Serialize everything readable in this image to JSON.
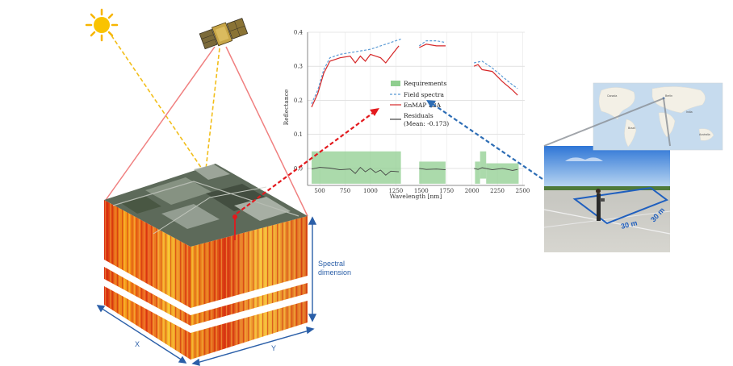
{
  "cube": {
    "spectral_label_line1": "Spectral",
    "spectral_label_line2": "dimension",
    "x_label": "X",
    "y_label": "Y"
  },
  "plot": {
    "ylabel": "Reflectance",
    "xlabel": "Wavelength [nm]",
    "y_ticks": [
      "0.0",
      "0.1",
      "0.2",
      "0.3",
      "0.4"
    ],
    "x_ticks": [
      "500",
      "750",
      "1000",
      "1250",
      "1500",
      "1750",
      "2000",
      "2250",
      "2500"
    ],
    "legend": {
      "requirements": "Requirements",
      "field": "Field spectra",
      "enmap": "EnMAP L2A",
      "residuals_line1": "Residuals",
      "residuals_line2": "(Mean: -0.173)"
    },
    "colors": {
      "field": "#5b9bd5",
      "enmap": "#d62728",
      "requirements": "#8fce8f",
      "residuals": "#444444"
    }
  },
  "chart_data": {
    "type": "line",
    "xlabel": "Wavelength [nm]",
    "ylabel": "Reflectance",
    "xlim": [
      380,
      2520
    ],
    "ylim": [
      -0.05,
      0.4
    ],
    "grid": true,
    "legend_position": "center",
    "series": [
      {
        "name": "Field spectra",
        "style": "dashed",
        "color": "#5b9bd5",
        "segments": [
          [
            [
              420,
              0.19
            ],
            [
              480,
              0.23
            ],
            [
              540,
              0.29
            ],
            [
              600,
              0.325
            ],
            [
              700,
              0.335
            ],
            [
              800,
              0.34
            ],
            [
              900,
              0.345
            ],
            [
              1000,
              0.35
            ],
            [
              1100,
              0.36
            ],
            [
              1200,
              0.37
            ],
            [
              1300,
              0.38
            ]
          ],
          [
            [
              1480,
              0.36
            ],
            [
              1550,
              0.375
            ],
            [
              1650,
              0.375
            ],
            [
              1740,
              0.37
            ]
          ],
          [
            [
              2020,
              0.31
            ],
            [
              2100,
              0.315
            ],
            [
              2200,
              0.295
            ],
            [
              2300,
              0.27
            ],
            [
              2400,
              0.245
            ],
            [
              2450,
              0.235
            ]
          ]
        ]
      },
      {
        "name": "EnMAP L2A",
        "style": "solid",
        "color": "#d62728",
        "segments": [
          [
            [
              420,
              0.18
            ],
            [
              480,
              0.22
            ],
            [
              540,
              0.28
            ],
            [
              600,
              0.315
            ],
            [
              700,
              0.325
            ],
            [
              800,
              0.33
            ],
            [
              850,
              0.31
            ],
            [
              900,
              0.33
            ],
            [
              950,
              0.315
            ],
            [
              1000,
              0.335
            ],
            [
              1100,
              0.325
            ],
            [
              1150,
              0.31
            ],
            [
              1200,
              0.33
            ],
            [
              1280,
              0.36
            ]
          ],
          [
            [
              1480,
              0.355
            ],
            [
              1550,
              0.365
            ],
            [
              1650,
              0.36
            ],
            [
              1740,
              0.36
            ]
          ],
          [
            [
              2020,
              0.3
            ],
            [
              2060,
              0.305
            ],
            [
              2100,
              0.29
            ],
            [
              2200,
              0.285
            ],
            [
              2300,
              0.255
            ],
            [
              2400,
              0.23
            ],
            [
              2450,
              0.215
            ]
          ]
        ]
      },
      {
        "name": "Residuals",
        "style": "solid",
        "color": "#444444",
        "segments": [
          [
            [
              420,
              -0.002
            ],
            [
              500,
              0.003
            ],
            [
              600,
              0.001
            ],
            [
              700,
              -0.004
            ],
            [
              800,
              -0.002
            ],
            [
              850,
              -0.015
            ],
            [
              900,
              0.003
            ],
            [
              950,
              -0.01
            ],
            [
              1000,
              0.0
            ],
            [
              1050,
              -0.012
            ],
            [
              1100,
              -0.005
            ],
            [
              1150,
              -0.02
            ],
            [
              1200,
              -0.008
            ],
            [
              1280,
              -0.01
            ]
          ],
          [
            [
              1480,
              0.0
            ],
            [
              1550,
              -0.003
            ],
            [
              1650,
              -0.002
            ],
            [
              1740,
              -0.004
            ]
          ],
          [
            [
              2020,
              0.0
            ],
            [
              2060,
              -0.003
            ],
            [
              2100,
              0.002
            ],
            [
              2200,
              -0.004
            ],
            [
              2300,
              0.0
            ],
            [
              2400,
              -0.006
            ],
            [
              2450,
              -0.003
            ]
          ]
        ]
      }
    ],
    "bands": {
      "name": "Requirements",
      "color": "#8fce8f",
      "ranges": [
        [
          420,
          1300,
          -0.045,
          0.05
        ],
        [
          1480,
          1740,
          -0.045,
          0.02
        ],
        [
          2030,
          2080,
          -0.045,
          0.02
        ],
        [
          2080,
          2140,
          -0.03,
          0.05
        ],
        [
          2140,
          2460,
          -0.045,
          0.015
        ]
      ]
    }
  },
  "field_photo": {
    "label_a": "30 m",
    "label_b": "30 m"
  },
  "map_labels": [
    "Berlin",
    "Canada",
    "Brazil",
    "India",
    "Australia"
  ]
}
